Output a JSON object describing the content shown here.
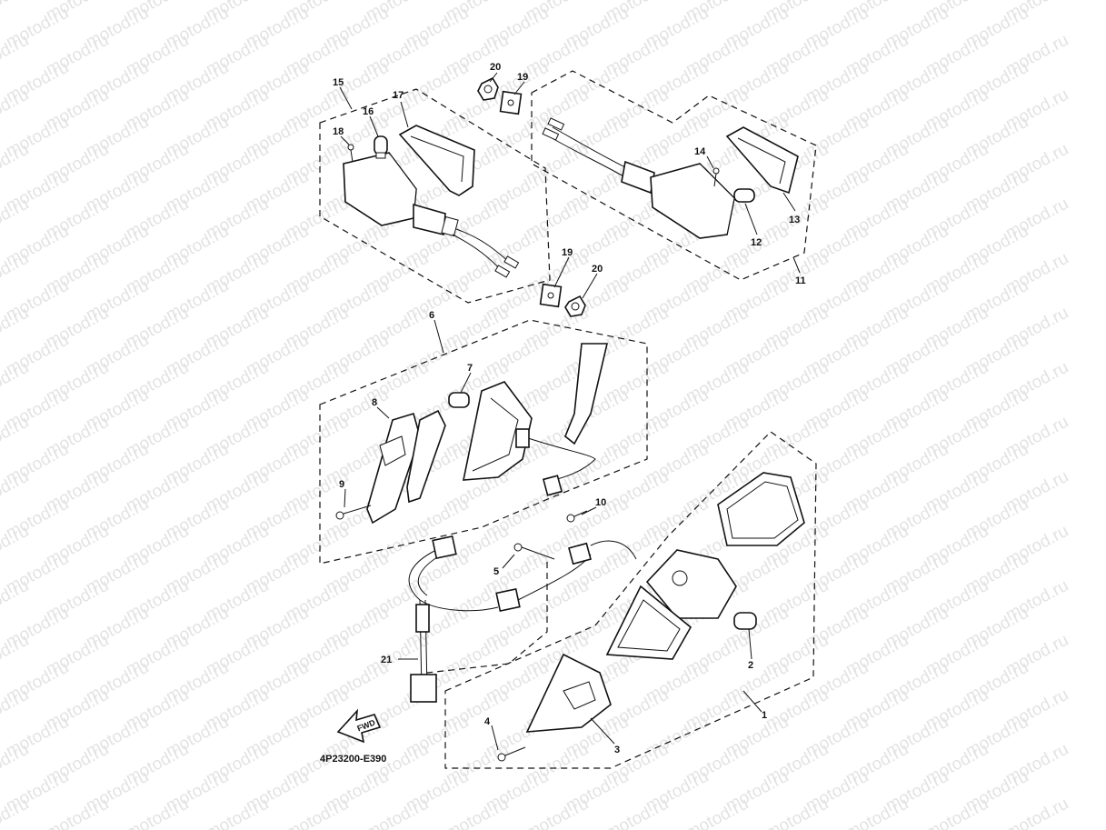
{
  "watermark": {
    "text": "motod.ru"
  },
  "diagram": {
    "code": "4P23200-E390",
    "fwd_label": "FWD",
    "callouts": [
      "1",
      "2",
      "3",
      "4",
      "5",
      "6",
      "7",
      "8",
      "9",
      "10",
      "11",
      "12",
      "13",
      "14",
      "15",
      "16",
      "17",
      "18",
      "19",
      "19",
      "20",
      "20",
      "21"
    ]
  }
}
